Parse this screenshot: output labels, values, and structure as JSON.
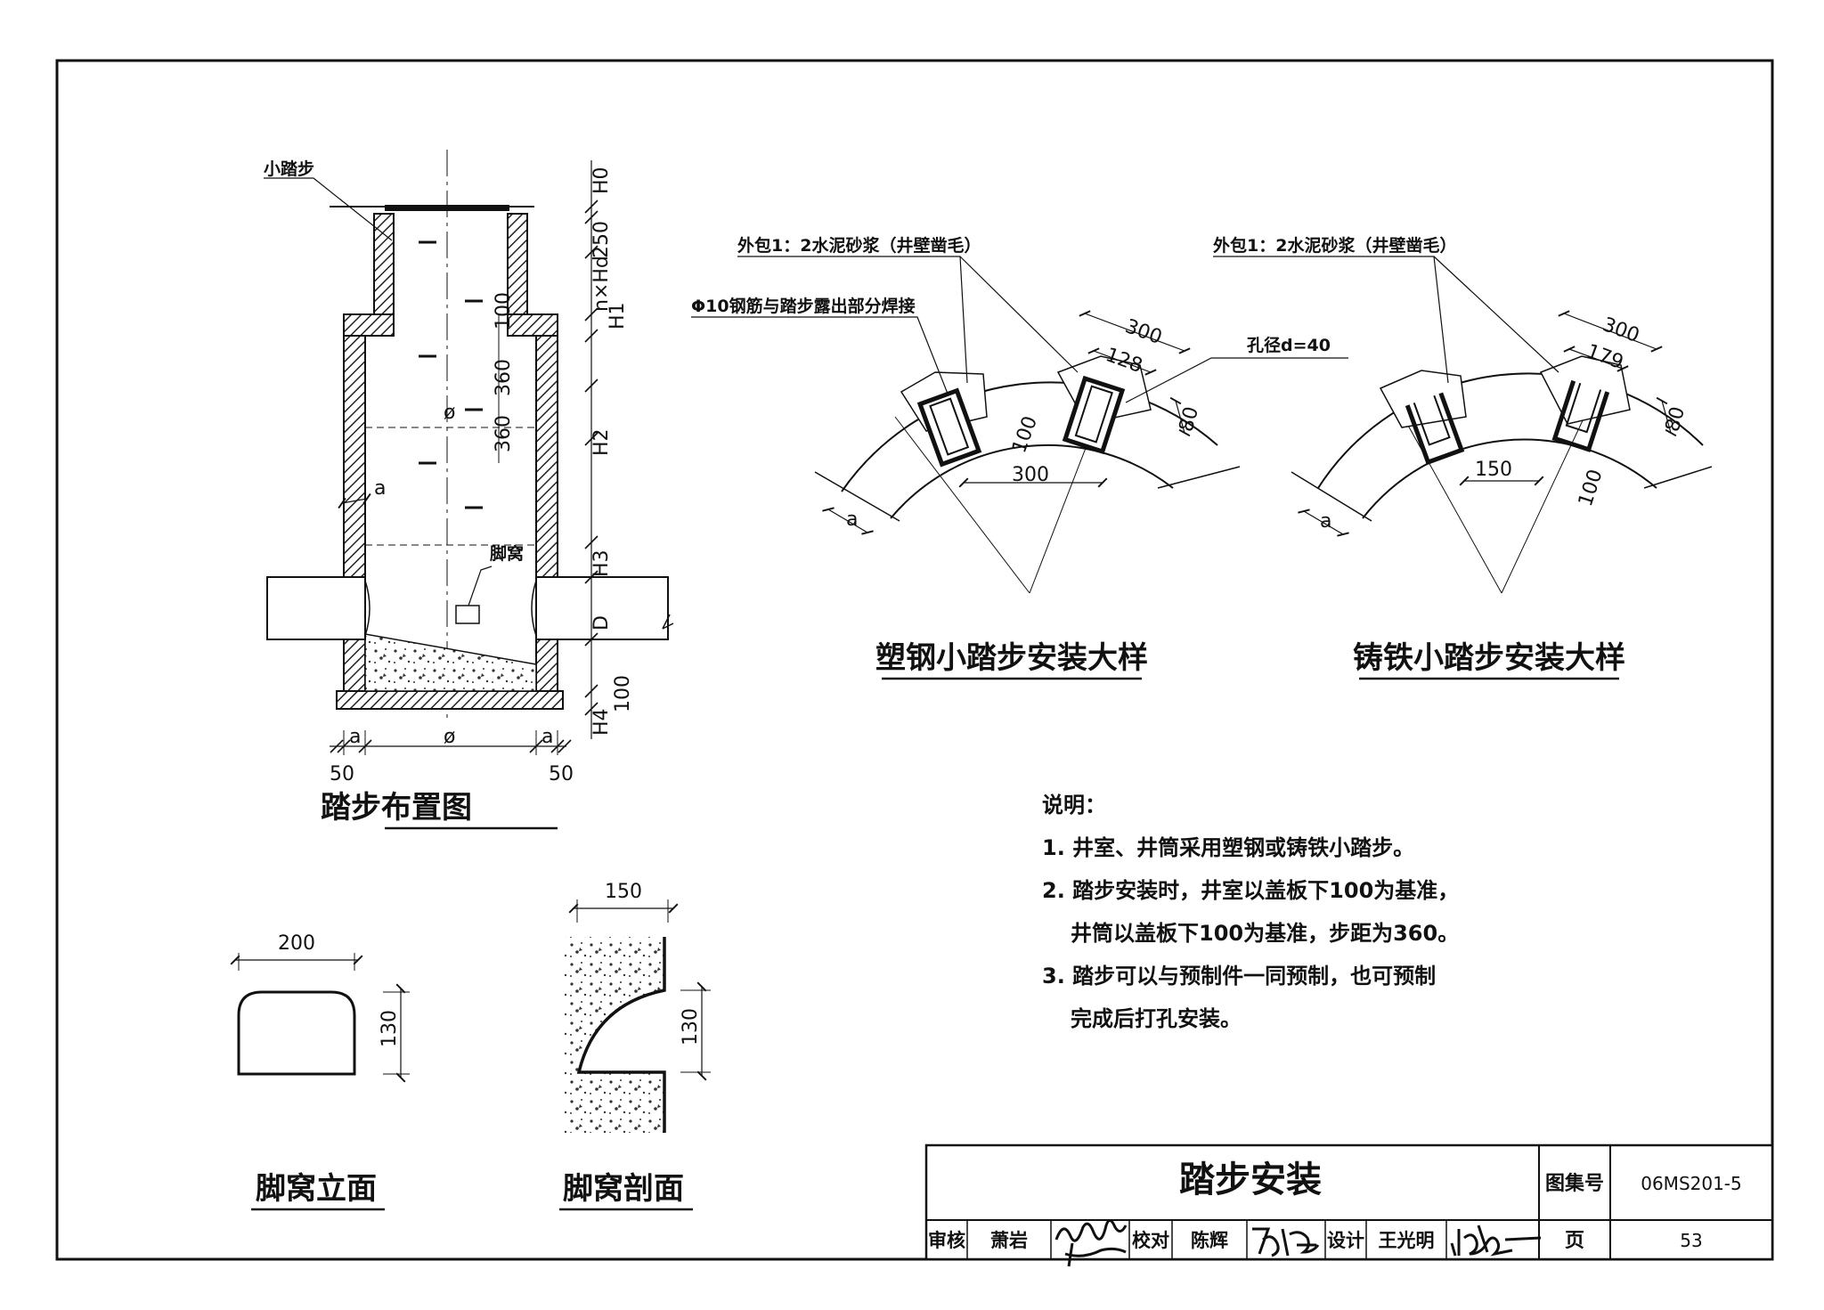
{
  "layout_view": {
    "title": "踏步布置图",
    "callout_small_step": "小踏步",
    "callout_foot_hole": "脚窝",
    "dims_right": [
      "H0",
      "250",
      "n×Hd",
      "H1",
      "100",
      "360",
      "360",
      "H2",
      "H3",
      "D",
      "100",
      "H4"
    ],
    "dims_bottom": [
      "a",
      "ø",
      "a",
      "50",
      "50"
    ],
    "dim_wall": "a",
    "dim_dia": "ø"
  },
  "plastic_detail": {
    "title": "塑钢小踏步安装大样",
    "callout_mortar": "外包1：2水泥砂浆（井壁凿毛）",
    "callout_weld": "Φ10钢筋与踏步露出部分焊接",
    "callout_hole": "孔径d=40",
    "dims": [
      "300",
      "128",
      "80",
      "100",
      "300",
      "a"
    ]
  },
  "iron_detail": {
    "title": "铸铁小踏步安装大样",
    "callout_mortar": "外包1：2水泥砂浆（井壁凿毛）",
    "dims": [
      "300",
      "179",
      "80",
      "150",
      "100",
      "a"
    ]
  },
  "notes": {
    "heading": "说明：",
    "lines": [
      "1. 井室、井筒采用塑钢或铸铁小踏步。",
      "2. 踏步安装时，井室以盖板下100为基准，",
      "井筒以盖板下100为基准，步距为360。",
      "3. 踏步可以与预制件一同预制，也可预制",
      "完成后打孔安装。"
    ]
  },
  "foot_elevation": {
    "title": "脚窝立面",
    "width": "200",
    "height": "130"
  },
  "foot_section": {
    "title": "脚窝剖面",
    "width": "150",
    "height": "130"
  },
  "title_block": {
    "drawing_title": "踏步安装",
    "atlas_label": "图集号",
    "atlas_no": "06MS201-5",
    "page_label": "页",
    "page_no": "53",
    "review_label": "审核",
    "reviewer": "萧岩",
    "check_label": "校对",
    "checker": "陈辉",
    "design_label": "设计",
    "designer": "王光明"
  }
}
